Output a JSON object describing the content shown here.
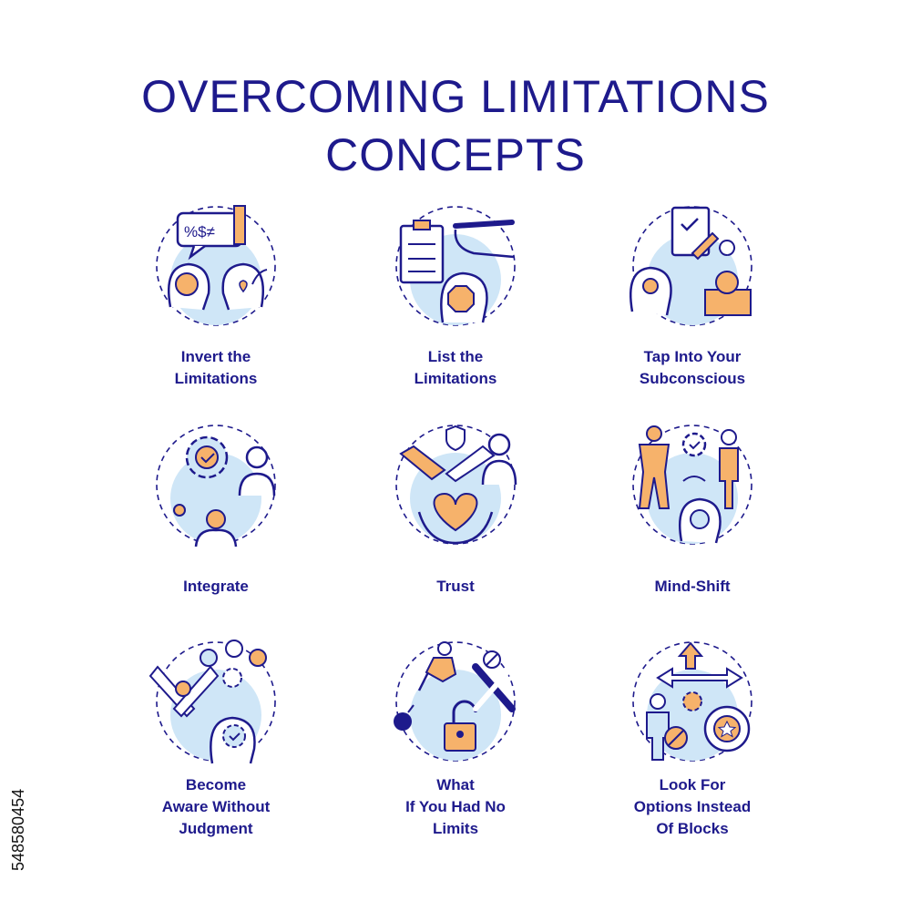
{
  "title": {
    "line1": "OVERCOMING LIMITATIONS",
    "line2": "CONCEPTS"
  },
  "colors": {
    "primary": "#1e1a8c",
    "accent_orange": "#f6b26b",
    "accent_blue": "#cfe6f7",
    "outline": "#1e1a8c"
  },
  "concepts": [
    {
      "label_lines": [
        "Invert the",
        "Limitations"
      ],
      "icon": "speech-bubble-heads-icon"
    },
    {
      "label_lines": [
        "List the",
        "Limitations"
      ],
      "icon": "clipboard-pen-stop-icon"
    },
    {
      "label_lines": [
        "Tap Into Your",
        "Subconscious"
      ],
      "icon": "sleep-lightbulb-icon"
    },
    {
      "label_lines": [
        "Integrate"
      ],
      "icon": "gear-person-icon"
    },
    {
      "label_lines": [
        "Trust"
      ],
      "icon": "handshake-heart-icon"
    },
    {
      "label_lines": [
        "Mind-Shift"
      ],
      "icon": "person-transform-icon"
    },
    {
      "label_lines": [
        "Become",
        "Aware Without",
        "Judgment"
      ],
      "icon": "emotions-crossed-hands-icon"
    },
    {
      "label_lines": [
        "What",
        "If You Had No",
        "Limits"
      ],
      "icon": "jumping-unlocked-icon"
    },
    {
      "label_lines": [
        "Look For",
        "Options Instead",
        "Of Blocks"
      ],
      "icon": "directions-target-icon"
    }
  ],
  "stock_id": "548580454"
}
